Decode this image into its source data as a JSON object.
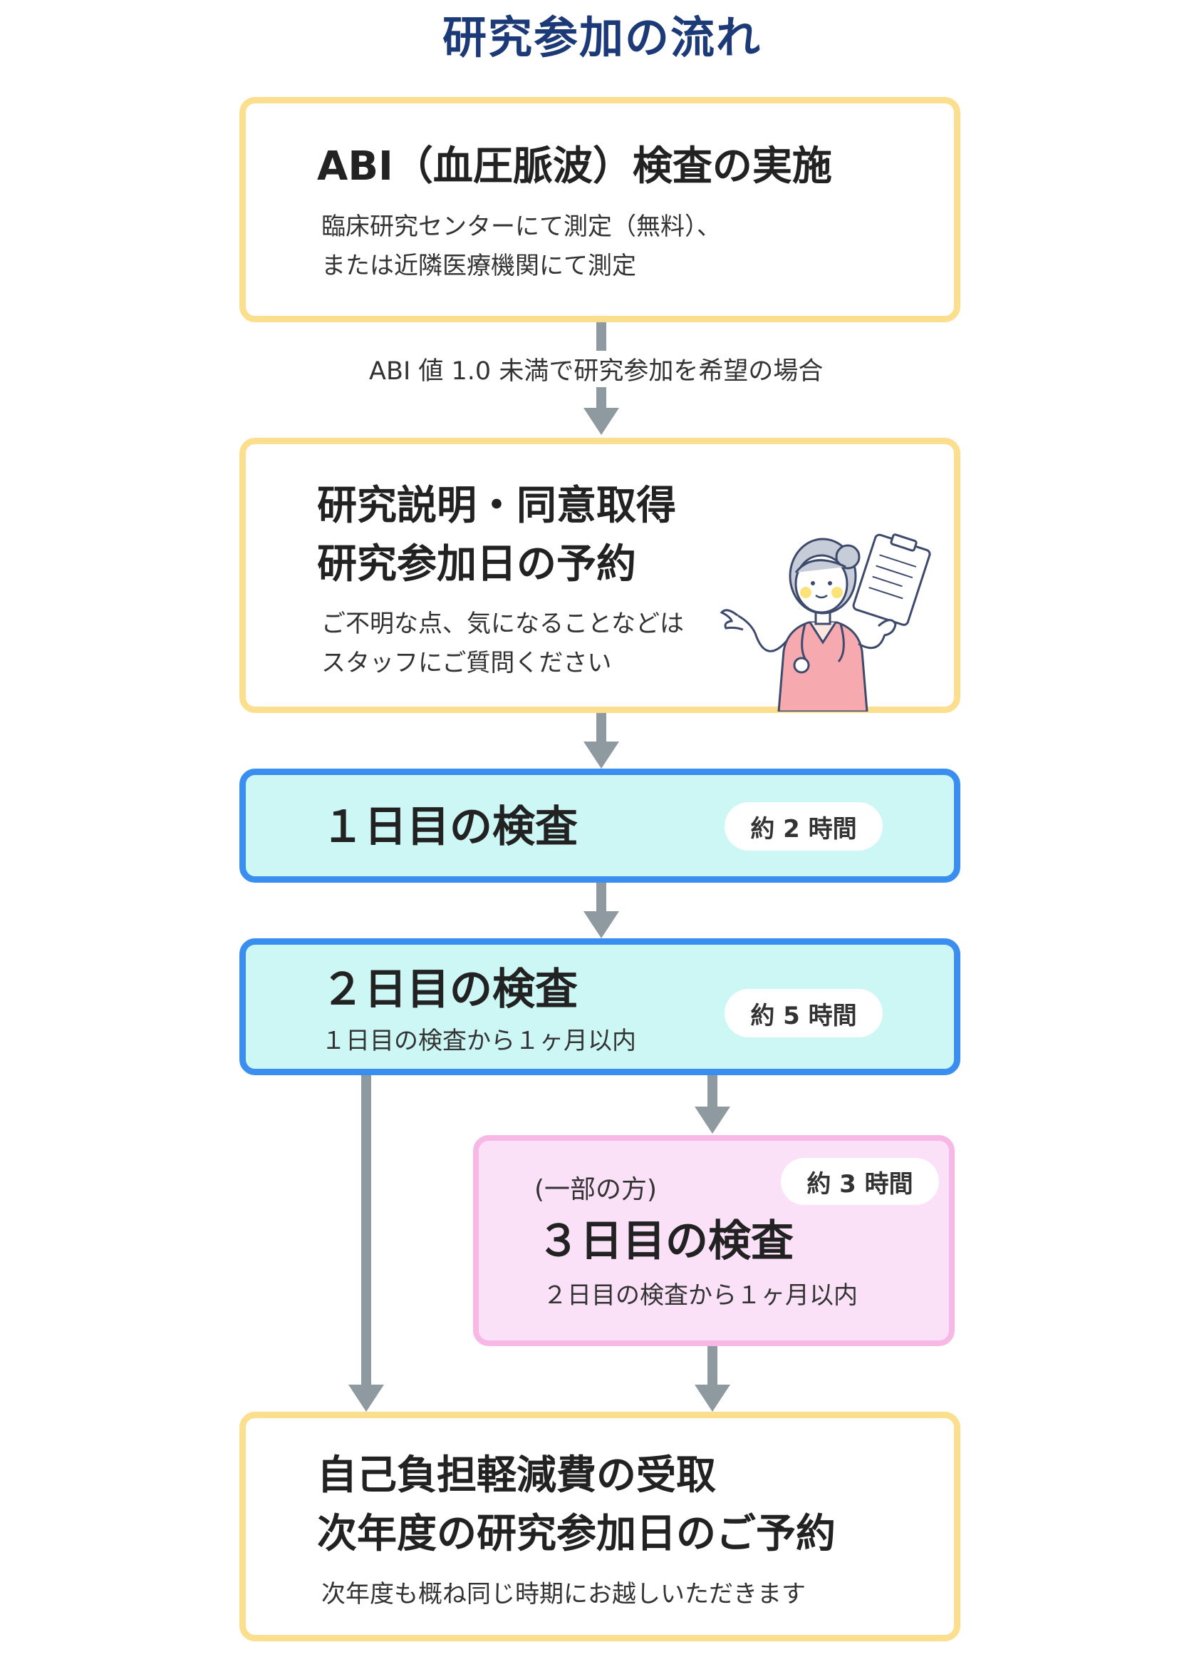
{
  "title": "研究参加の流れ",
  "steps": [
    {
      "id": "abi",
      "heading": "ABI（血圧脈波）検査の実施",
      "lines": [
        "臨床研究センターにて測定（無料）、",
        "または近隣医療機関にて測定"
      ]
    },
    {
      "id": "consent",
      "heading_lines": [
        "研究説明・同意取得",
        "研究参加日の予約"
      ],
      "lines": [
        "ご不明な点、気になることなどは",
        "スタッフにご質問ください"
      ]
    },
    {
      "id": "day1",
      "heading": "１日目の検査",
      "duration": "約 2 時間"
    },
    {
      "id": "day2",
      "heading": "２日目の検査",
      "note": "１日目の検査から１ヶ月以内",
      "duration": "約 5 時間"
    },
    {
      "id": "day3",
      "prefix": "(一部の方)",
      "heading": "３日目の検査",
      "note": "２日目の検査から１ヶ月以内",
      "duration": "約 3 時間"
    },
    {
      "id": "final",
      "heading_lines": [
        "自己負担軽減費の受取",
        "次年度の研究参加日のご予約"
      ],
      "lines": [
        "次年度も概ね同じ時期にお越しいただきます"
      ]
    }
  ],
  "connector_label": "ABI 値 1.0 未満で研究参加を希望の場合",
  "colors": {
    "title": "#1d3a78",
    "yellow_border": "#fbdf8e",
    "blue_border": "#3a8ef0",
    "blue_fill": "#ccf7f5",
    "pink_border": "#f7b8e6",
    "pink_fill": "#fbe1f8",
    "arrow": "#8e9aa0"
  },
  "illustration": "nurse-with-clipboard-icon"
}
